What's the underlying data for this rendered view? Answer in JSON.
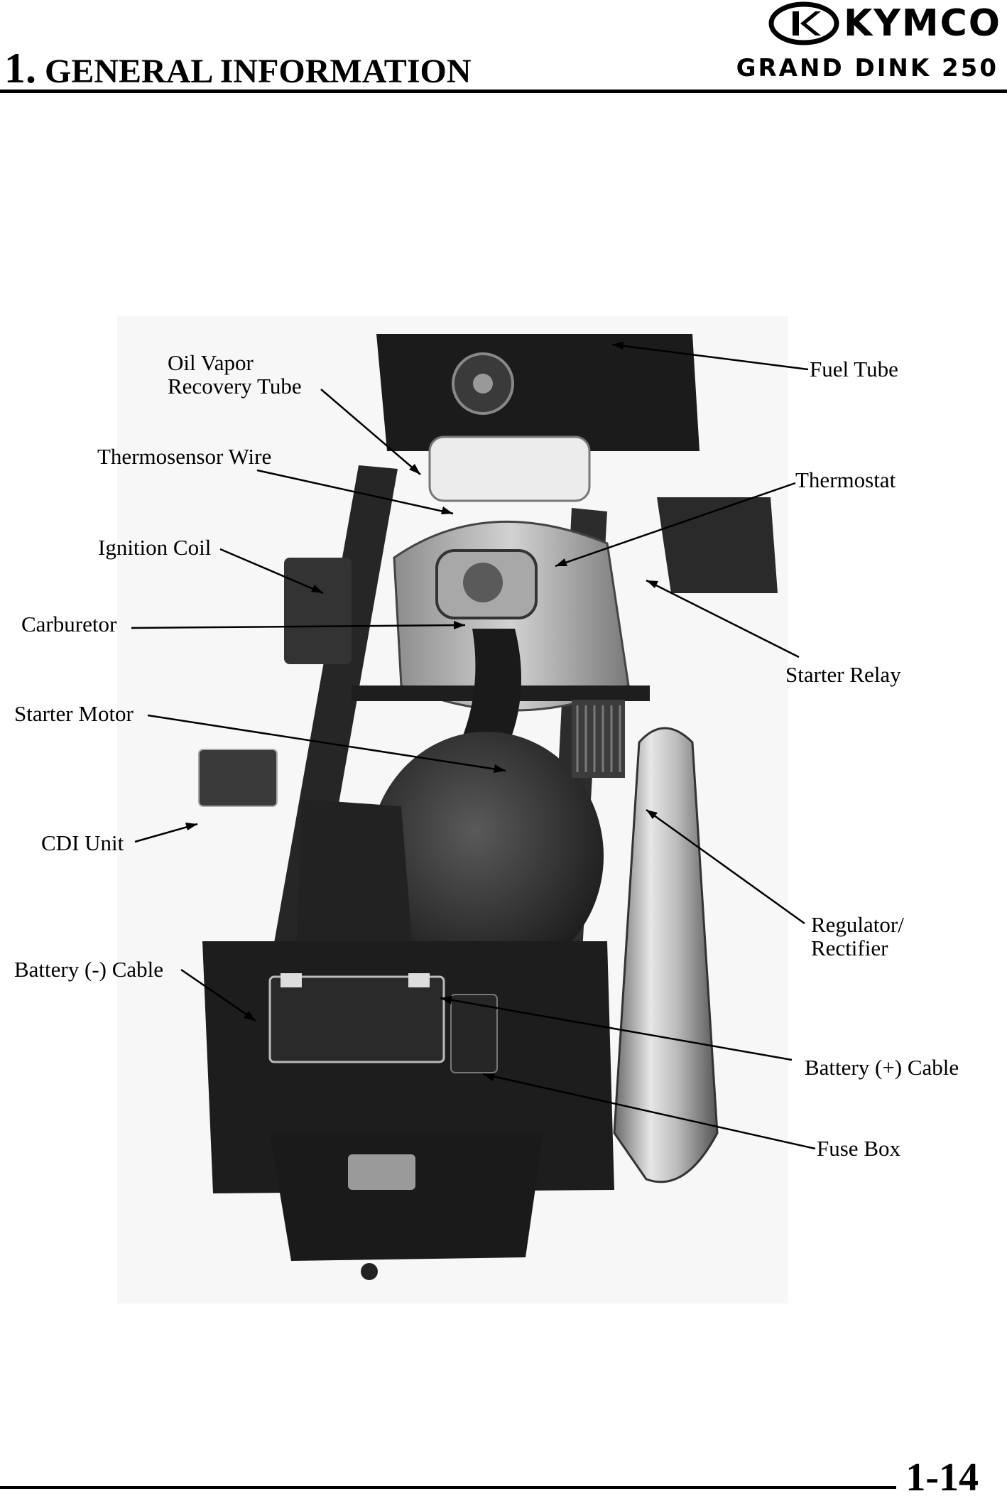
{
  "header": {
    "brand": "KYMCO",
    "section_number": "1.",
    "section_title": "GENERAL INFORMATION",
    "model": "GRAND DINK 250"
  },
  "labels": {
    "oil_vapor_line1": "Oil Vapor",
    "oil_vapor_line2": "Recovery Tube",
    "thermosensor": "Thermosensor Wire",
    "ignition_coil": "Ignition Coil",
    "carburetor": "Carburetor",
    "starter_motor": "Starter Motor",
    "cdi_unit": "CDI Unit",
    "battery_neg": "Battery (-) Cable",
    "fuel_tube": "Fuel Tube",
    "thermostat": "Thermostat",
    "starter_relay": "Starter Relay",
    "regulator_line1": "Regulator/",
    "regulator_line2": "Rectifier",
    "battery_pos": "Battery (+) Cable",
    "fuse_box": "Fuse Box"
  },
  "footer": {
    "page_number": "1-14"
  }
}
